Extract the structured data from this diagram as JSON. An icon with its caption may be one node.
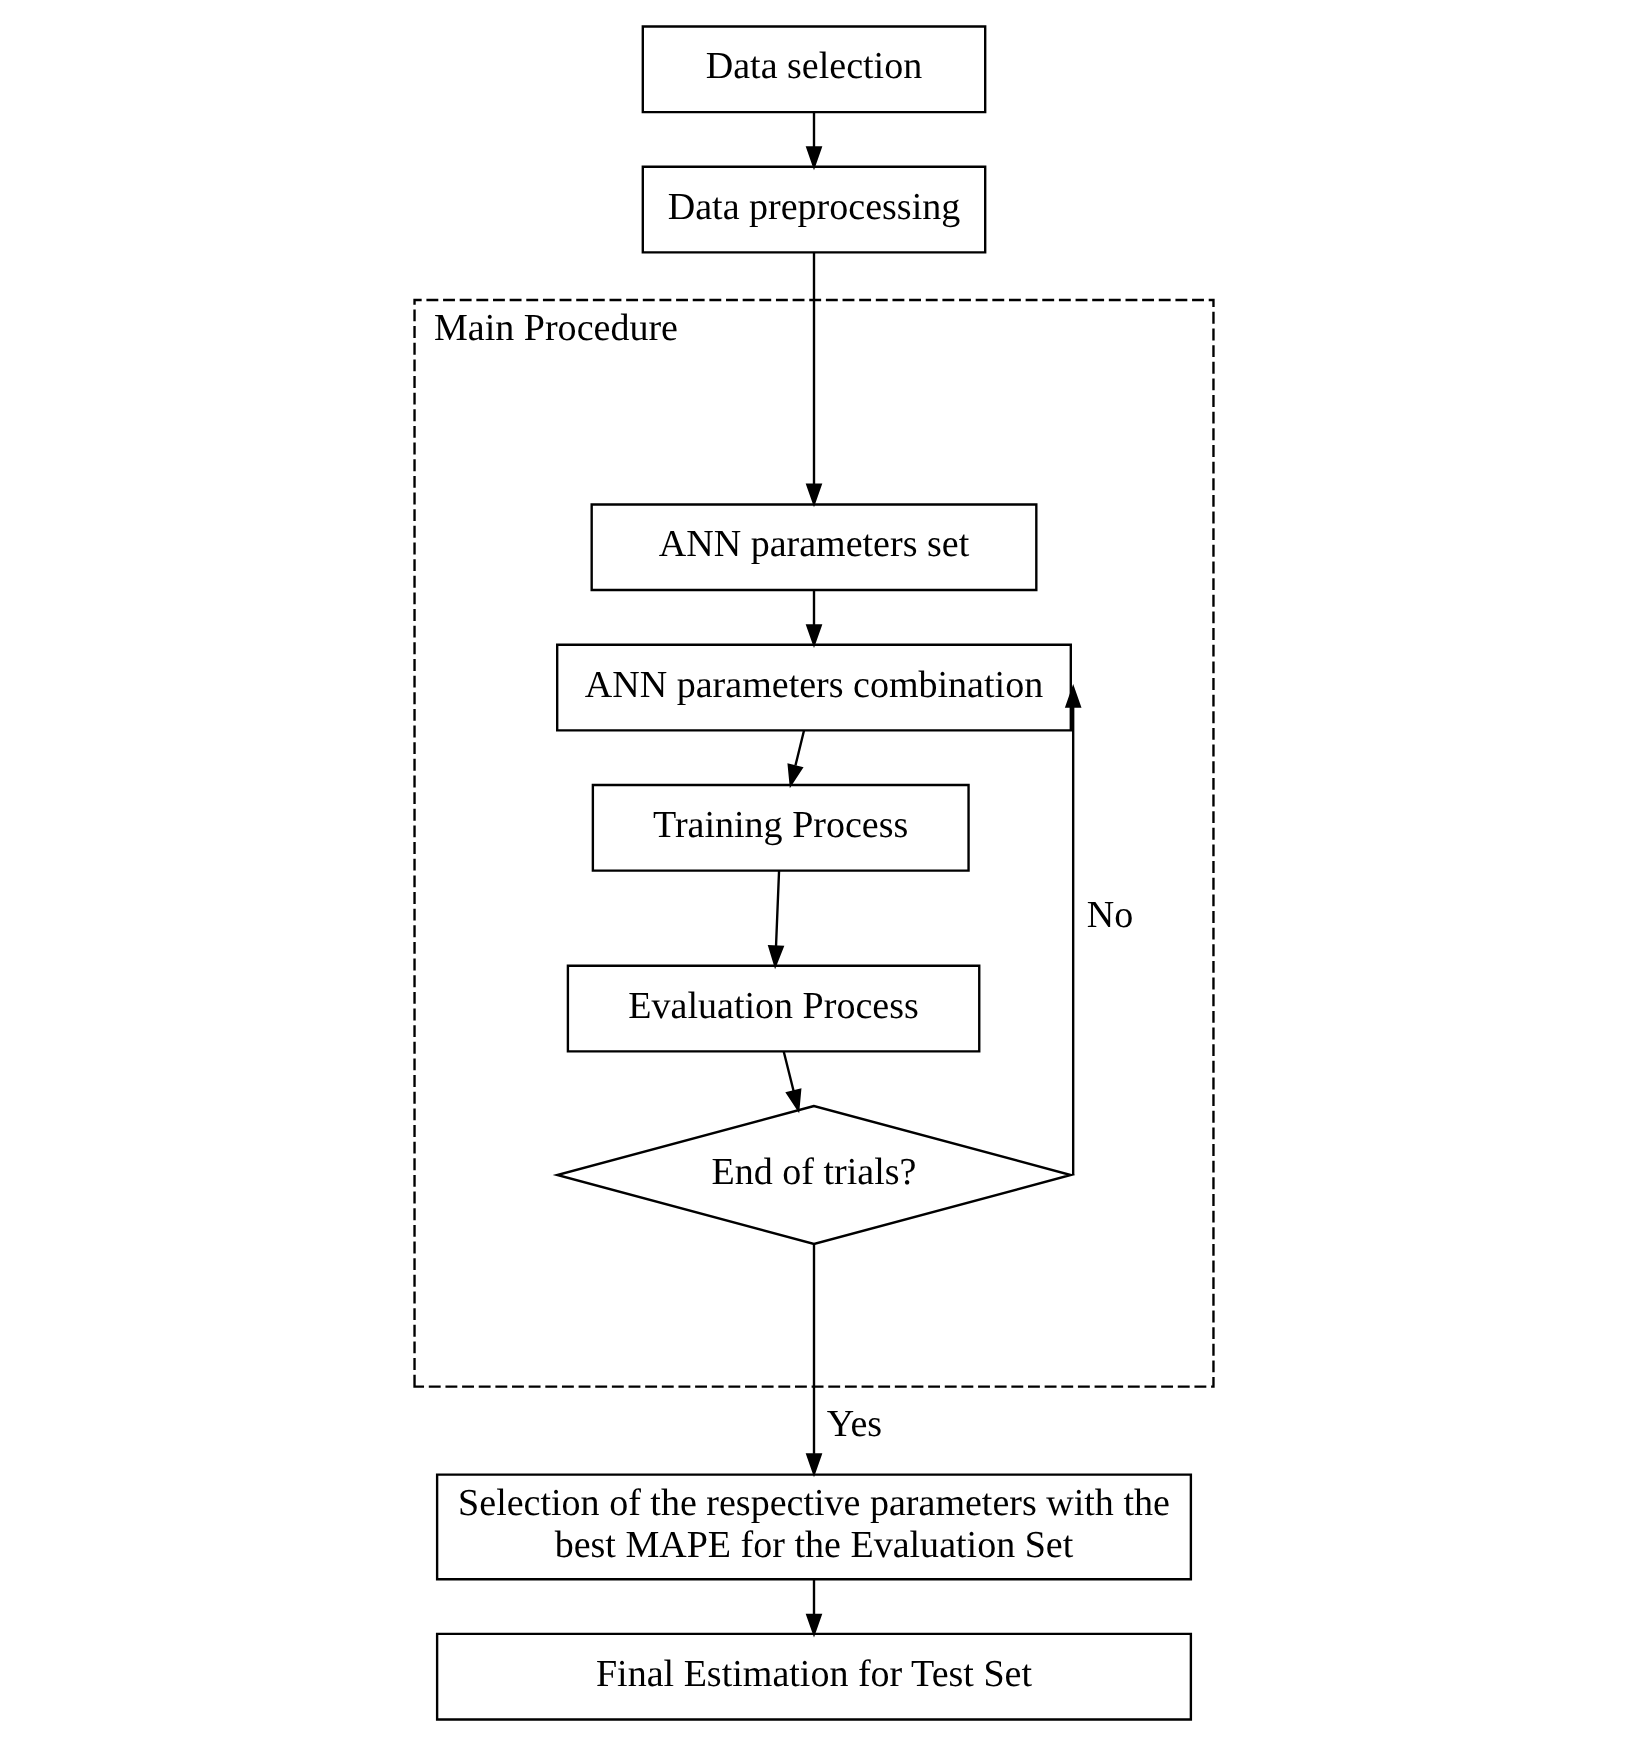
{
  "diagram": {
    "nodes": [
      {
        "text": [
          "Data selection"
        ]
      },
      {
        "text": [
          "Data preprocessing"
        ]
      },
      {
        "text": [
          "Main Procedure"
        ]
      },
      {
        "text": [
          "ANN parameters set"
        ],
        "in": 2
      },
      {
        "text": [
          "ANN parameters combination"
        ],
        "in": 2
      },
      {
        "text": [
          "Training Process"
        ],
        "in": 2
      },
      {
        "text": [
          "Evaluation Process"
        ],
        "in": 2
      },
      {
        "text": [
          "End of trials?"
        ],
        "in": 2
      },
      {
        "text": [
          "Selection of the respective parameters with the best MAPE for the Evaluation Set"
        ]
      },
      {
        "text": [
          "Final Estimation for Test Set"
        ]
      }
    ],
    "edges": [
      {
        "from": 0,
        "to": 1,
        "arrow": "to"
      },
      {
        "from": 1,
        "to": 3,
        "arrow": "to"
      },
      {
        "from": 3,
        "to": 4,
        "arrow": "to"
      },
      {
        "from": 4,
        "to": 5,
        "arrow": "to"
      },
      {
        "from": 5,
        "to": 6,
        "arrow": "to"
      },
      {
        "from": 6,
        "to": 7,
        "arrow": "to"
      },
      {
        "from": 7,
        "to": 4,
        "arrow": "to",
        "label": "No"
      },
      {
        "from": 7,
        "to": 8,
        "arrow": "to",
        "label": "Yes"
      },
      {
        "from": 8,
        "to": 9,
        "arrow": "to"
      }
    ]
  }
}
